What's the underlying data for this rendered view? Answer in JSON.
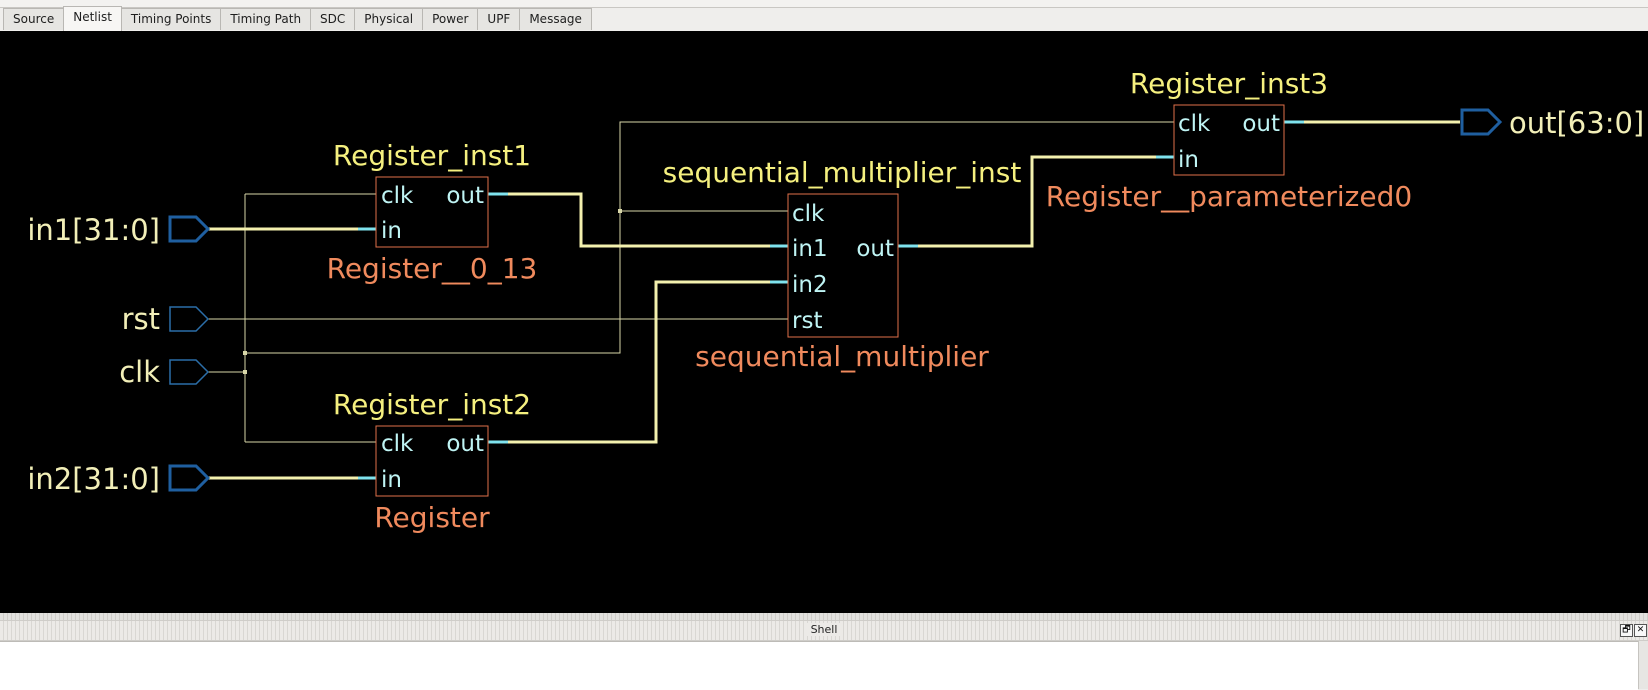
{
  "tabs": [
    {
      "label": "Source"
    },
    {
      "label": "Netlist",
      "active": true
    },
    {
      "label": "Timing Points"
    },
    {
      "label": "Timing Path"
    },
    {
      "label": "SDC"
    },
    {
      "label": "Physical"
    },
    {
      "label": "Power"
    },
    {
      "label": "UPF"
    },
    {
      "label": "Message"
    }
  ],
  "schematic": {
    "ports": {
      "in1": "in1[31:0]",
      "in2": "in2[31:0]",
      "rst": "rst",
      "clk": "clk",
      "out": "out[63:0]"
    },
    "instances": {
      "reg1": {
        "name": "Register_inst1",
        "module": "Register__0_13",
        "pins": [
          "clk",
          "out",
          "in"
        ]
      },
      "reg2": {
        "name": "Register_inst2",
        "module": "Register",
        "pins": [
          "clk",
          "out",
          "in"
        ]
      },
      "mult": {
        "name": "sequential_multiplier_inst",
        "module": "sequential_multiplier",
        "pins": [
          "clk",
          "in1",
          "out",
          "in2",
          "rst"
        ]
      },
      "reg3": {
        "name": "Register_inst3",
        "module": "Register__parameterized0",
        "pins": [
          "clk",
          "out",
          "in"
        ]
      }
    },
    "colors": {
      "background": "#000000",
      "instance_name": "#f5f07f",
      "module_name": "#f08a5d",
      "pin_label": "#bff4f4",
      "port_label": "#f2efb8",
      "bus_wire": "#f3f0ae",
      "net_wire": "#d8d6a8",
      "port_outline": "#2b6ea8",
      "cell_border": "#e0714a"
    }
  },
  "shell": {
    "title": "Shell",
    "restore_glyph": "🗗",
    "close_glyph": "✕"
  }
}
